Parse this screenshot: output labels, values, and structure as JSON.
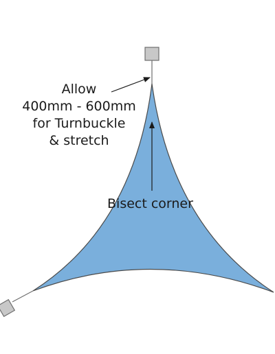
{
  "annotations": {
    "allow_lines": [
      "Allow",
      "400mm - 600mm",
      "for Turnbuckle",
      "& stretch"
    ],
    "bisect": "Bisect corner"
  },
  "colors": {
    "sail_fill": "#7aafdc",
    "sail_stroke": "#4a4a4a",
    "mount_fill": "#c8c8c8",
    "mount_stroke": "#6e6e6e",
    "line": "#1a1a1a"
  }
}
